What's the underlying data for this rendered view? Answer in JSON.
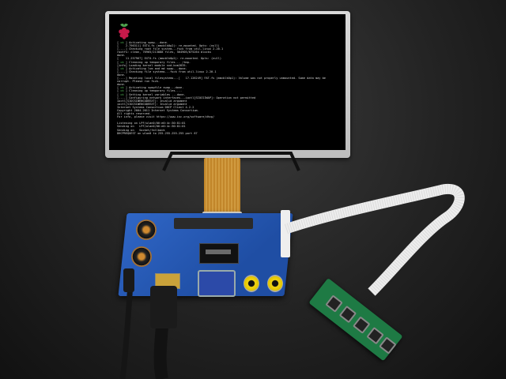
{
  "scene": {
    "description_free": true
  },
  "console": {
    "lines": [
      "[ ok ] Activating swap...done.",
      "[    2.796311] EXT4-fs (mmcblk0p2): re-mounted. Opts: (null)",
      "[....] Checking root file system...fsck from util-linux 2.20.1",
      "rootfs: clean, 76965/213888 files, 564905/875264 blocks",
      "done.",
      "[    11.257967] EXT4-fs (mmcblk0p2): re-mounted. Opts: (null)",
      "[ ok ] Cleaning up temporary files... /tmp.",
      "[info] Loading kernel module snd-bcm2835.",
      "[ ok ] Activating lvm and md swap...done.",
      "[....] Checking file systems...fsck from util-linux 2.20.1",
      "done.",
      "[....] Mounting local filesystems...[   17.126249] FAT-fs (mmcblk0p1): Volume was not properly unmounted. Some data may be",
      "corrupt. Please run fsck.",
      "done.",
      "[ ok ] Activating swapfile swap...done.",
      "[ ok ] Cleaning up temporary files....",
      "[ ok ] Setting kernel variables ...done.",
      "[....] Configuring network interfaces...ioctl[SIOCSIWAP]: Operation not permitted",
      "ioctl[SIOCSIWENCODEEXT]: Invalid argument",
      "ioctl[SIOCSIWENCODEEXT]: Invalid argument",
      "Internet Systems Consortium DHCP Client 4.2.2",
      "Copyright 2004-2011 Internet Systems Consortium.",
      "All rights reserved.",
      "For info, please visit https://www.isc.org/software/dhcp/",
      "",
      "Listening on LPF/wlan0/00:e0:4c:30:81:01",
      "Sending on   LPF/wlan0/00:e0:4c:30:81:01",
      "Sending on   Socket/fallback",
      "DHCPREQUEST on wlan0 to 255.255.255.255 port 67"
    ]
  },
  "colors": {
    "board": "#2f66c6",
    "keypad": "#1e7a44",
    "console_text": "#d8d8d8",
    "ok_text": "#4caf50"
  },
  "icons": [
    "raspberry-pi-logo"
  ]
}
